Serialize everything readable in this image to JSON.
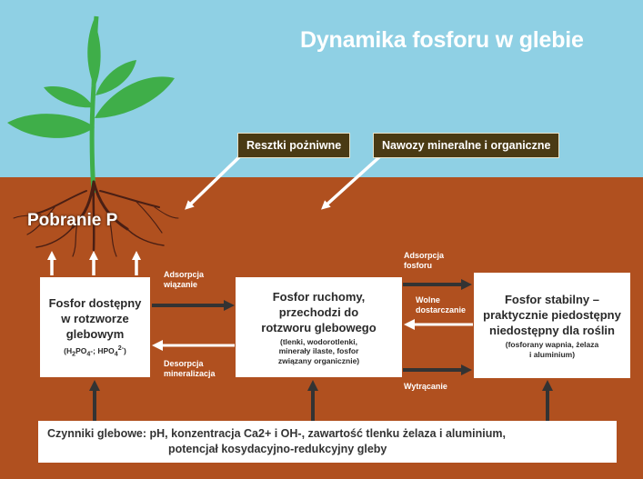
{
  "title": "Dynamika fosforu w glebie",
  "colors": {
    "sky": "#8fd0e4",
    "soil": "#b0501f",
    "tag_bg": "#4a3a14",
    "plant_green": "#3fae49",
    "roots": "#4a1f14",
    "arrow_dark": "#333333",
    "box": "#ffffff"
  },
  "icons": [
    "plant-icon",
    "roots-icon"
  ],
  "inputs": {
    "residue": "Resztki pożniwne",
    "fertilizer": "Nawozy mineralne i organiczne"
  },
  "uptake": "Pobranie P",
  "boxes": {
    "available": {
      "line1": "Fosfor dostępny",
      "line2": "w rotzworze",
      "line3": "glebowym",
      "formula_a": "(H",
      "formula_a_sub": "2",
      "formula_b": "PO",
      "formula_b_sub": "4",
      "formula_c": "-; HPO",
      "formula_c_sub": "4",
      "formula_c_sup": "2-",
      "formula_d": ")"
    },
    "mobile": {
      "line1": "Fosfor ruchomy,",
      "line2": "przechodzi do",
      "line3": "rotzworu glebowego",
      "sub1": "(tlenki, wodorotlenki,",
      "sub2": "minerały ilaste, fosfor",
      "sub3": "związany organicznie)"
    },
    "stable": {
      "line1": "Fosfor stabilny –",
      "line2": "praktycznie piedostępny",
      "line3": "niedostępny dla roślin",
      "sub1": "(fosforany wapnia, żelaza",
      "sub2": "i aluminium)"
    }
  },
  "arrow_labels": {
    "adsorption_binding_1": "Adsorpcja",
    "adsorption_binding_2": "wiązanie",
    "desorption_1": "Desorpcja",
    "desorption_2": "mineralizacja",
    "adsorption_p_1": "Adsorpcja",
    "adsorption_p_2": "fosforu",
    "slow_release_1": "Wolne",
    "slow_release_2": "dostarczanie",
    "precipitation": "Wytrącanie"
  },
  "soil_factors": {
    "line1": "Czynniki glebowe: pH, konzentracja Ca2+ i OH-, zawartość tlenku żelaza i aluminium,",
    "line2": "potencjał kosydacyjno-redukcyjny gleby"
  }
}
